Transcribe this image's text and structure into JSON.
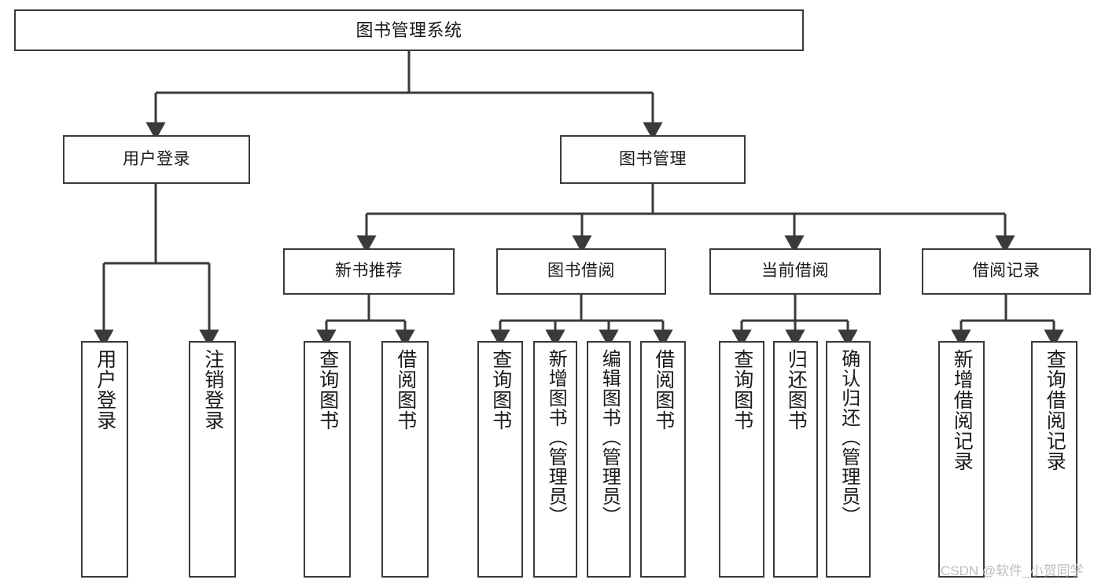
{
  "diagram": {
    "type": "hierarchy-tree",
    "title": "图书管理系统",
    "colors": {
      "background": "#ffffff",
      "border": "#3a3a3a",
      "connector": "#3a3a3a",
      "text": "#1a1a1a",
      "watermark": "#bdbdbd"
    },
    "root": {
      "label": "图书管理系统"
    },
    "level2": [
      {
        "label": "用户登录"
      },
      {
        "label": "图书管理"
      }
    ],
    "level3": [
      {
        "label": "新书推荐"
      },
      {
        "label": "图书借阅"
      },
      {
        "label": "当前借阅"
      },
      {
        "label": "借阅记录"
      }
    ],
    "leaves": {
      "user_login": [
        {
          "label": "用户登录"
        },
        {
          "label": "注销登录"
        }
      ],
      "new_book_recommend": [
        {
          "label": "查询图书"
        },
        {
          "label": "借阅图书"
        }
      ],
      "book_borrow": [
        {
          "label": "查询图书"
        },
        {
          "label": "新增图书（管理员）"
        },
        {
          "label": "编辑图书（管理员）"
        },
        {
          "label": "借阅图书"
        }
      ],
      "current_borrow": [
        {
          "label": "查询图书"
        },
        {
          "label": "归还图书"
        },
        {
          "label": "确认归还（管理员）"
        }
      ],
      "borrow_records": [
        {
          "label": "新增借阅记录"
        },
        {
          "label": "查询借阅记录"
        }
      ]
    },
    "watermark": "CSDN @软件_小贺同学"
  }
}
